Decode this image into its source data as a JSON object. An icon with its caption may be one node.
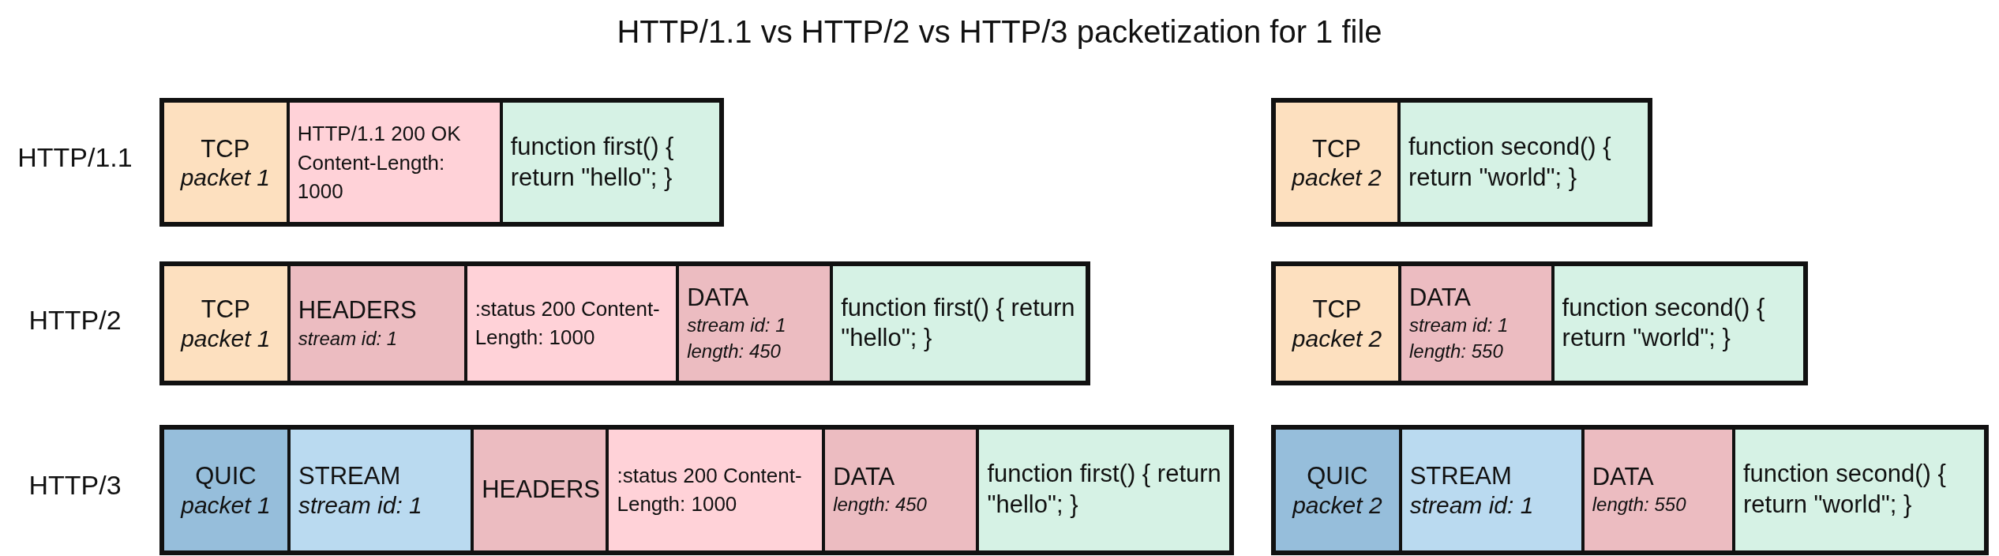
{
  "diagram": {
    "title": "HTTP/1.1 vs HTTP/2 vs HTTP/3 packetization for 1 file",
    "nodes": [
      {
        "text": [],
        "shape": "box"
      },
      {
        "text": [
          "TCP",
          "packet 1"
        ],
        "in": 0
      },
      {
        "text": [
          "HTTP/1.1 200 OK Content-Length: 1000"
        ],
        "in": 0
      },
      {
        "text": [
          "function first() { return \"hello\"; }"
        ],
        "in": 0
      },
      {
        "text": [],
        "shape": "box"
      },
      {
        "text": [
          "TCP",
          "packet 2"
        ],
        "in": 4
      },
      {
        "text": [
          "function second() { return \"world\"; }"
        ],
        "in": 4
      },
      {
        "text": [],
        "shape": "box"
      },
      {
        "text": [
          "TCP",
          "packet 1"
        ],
        "in": 7
      },
      {
        "text": [
          "HEADERS",
          "stream id: 1"
        ],
        "in": 7
      },
      {
        "text": [
          ":status 200 Content-Length: 1000"
        ],
        "in": 7
      },
      {
        "text": [
          "DATA",
          "stream id: 1 length: 450"
        ],
        "in": 7
      },
      {
        "text": [
          "function first() { return \"hello\"; }"
        ],
        "in": 7
      },
      {
        "text": [],
        "shape": "box"
      },
      {
        "text": [
          "TCP",
          "packet 2"
        ],
        "in": 13
      },
      {
        "text": [
          "DATA",
          "stream id: 1 length: 550"
        ],
        "in": 13
      },
      {
        "text": [
          "function second() { return \"world\"; }"
        ],
        "in": 13
      },
      {
        "text": [],
        "shape": "box"
      },
      {
        "text": [
          "QUIC",
          "packet 1"
        ],
        "in": 17
      },
      {
        "text": [
          "STREAM",
          "stream id: 1"
        ],
        "in": 17
      },
      {
        "text": [
          "HEADERS"
        ],
        "in": 17
      },
      {
        "text": [
          ":status 200 Content-Length: 1000"
        ],
        "in": 17
      },
      {
        "text": [
          "DATA",
          "length: 450"
        ],
        "in": 17
      },
      {
        "text": [
          "function first() { return \"hello\"; }"
        ],
        "in": 17
      },
      {
        "text": [],
        "shape": "box"
      },
      {
        "text": [
          "QUIC",
          "packet 2"
        ],
        "in": 24
      },
      {
        "text": [
          "STREAM",
          "stream id: 1"
        ],
        "in": 24
      },
      {
        "text": [
          "DATA",
          "length: 550"
        ],
        "in": 24
      },
      {
        "text": [
          "function second() { return \"world\"; }"
        ],
        "in": 24
      }
    ],
    "labels": [
      "HTTP/1.1",
      "HTTP/2",
      "HTTP/3"
    ]
  }
}
